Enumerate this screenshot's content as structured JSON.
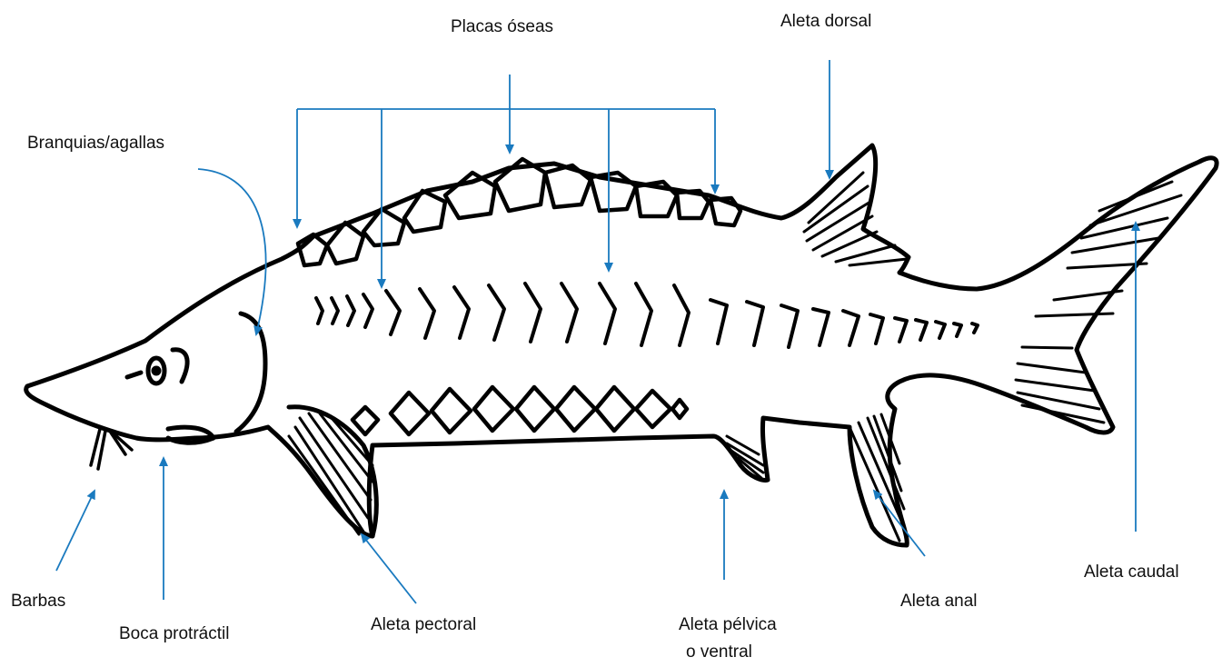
{
  "labels": {
    "placas_oseas": "Placas óseas",
    "aleta_dorsal": "Aleta dorsal",
    "branquias": "Branquias/agallas",
    "barbas": "Barbas",
    "boca": "Boca protráctil",
    "aleta_pectoral": "Aleta pectoral",
    "aleta_pelvica_1": "Aleta pélvica",
    "aleta_pelvica_2": "o ventral",
    "aleta_anal": "Aleta anal",
    "aleta_caudal": "Aleta caudal"
  },
  "colors": {
    "arrow": "#1a7abf",
    "outline": "#000000",
    "text": "#111111"
  },
  "icons": {
    "subject": "sturgeon-fish-illustration"
  }
}
